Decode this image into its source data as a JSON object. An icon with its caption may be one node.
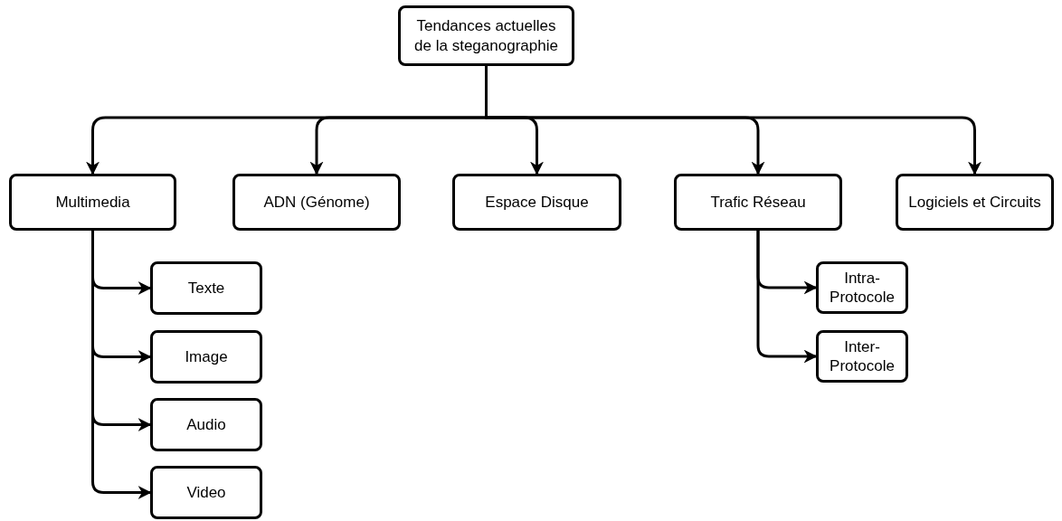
{
  "diagram": {
    "nodes": [
      {
        "text": [
          "Tendances actuelles de la steganographie"
        ]
      },
      {
        "text": [
          "Multimedia"
        ]
      },
      {
        "text": [
          "ADN (Génome)"
        ]
      },
      {
        "text": [
          "Espace Disque"
        ]
      },
      {
        "text": [
          "Trafic Réseau"
        ]
      },
      {
        "text": [
          "Logiciels et Circuits"
        ]
      },
      {
        "text": [
          "Texte"
        ]
      },
      {
        "text": [
          "Image"
        ]
      },
      {
        "text": [
          "Audio"
        ]
      },
      {
        "text": [
          "Video"
        ]
      },
      {
        "text": [
          "Intra-Protocole"
        ]
      },
      {
        "text": [
          "Inter-Protocole"
        ]
      }
    ],
    "edges": [
      {
        "from": 0,
        "to": 1,
        "arrow": "to"
      },
      {
        "from": 0,
        "to": 2,
        "arrow": "to"
      },
      {
        "from": 0,
        "to": 3,
        "arrow": "to"
      },
      {
        "from": 0,
        "to": 4,
        "arrow": "to"
      },
      {
        "from": 0,
        "to": 5,
        "arrow": "to"
      },
      {
        "from": 1,
        "to": 6,
        "arrow": "to"
      },
      {
        "from": 1,
        "to": 7,
        "arrow": "to"
      },
      {
        "from": 1,
        "to": 8,
        "arrow": "to"
      },
      {
        "from": 1,
        "to": 9,
        "arrow": "to"
      },
      {
        "from": 4,
        "to": 10,
        "arrow": "to"
      },
      {
        "from": 4,
        "to": 11,
        "arrow": "to"
      }
    ]
  }
}
